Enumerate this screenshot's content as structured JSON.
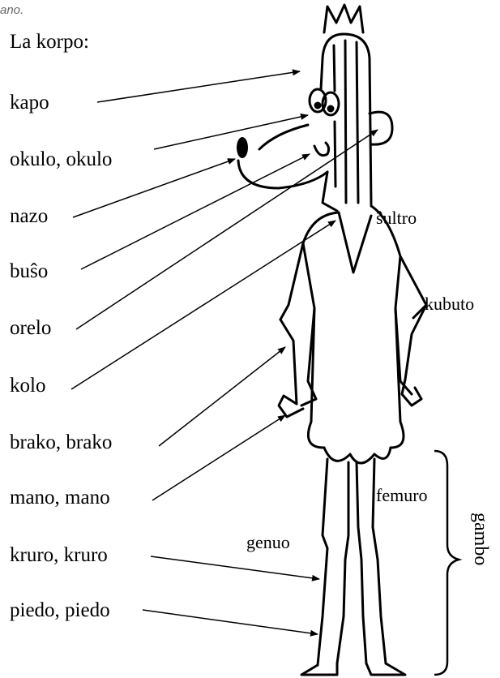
{
  "top_fragment": "ano.",
  "title": "La korpo:",
  "left_labels": [
    "kapo",
    "okulo, okulo",
    "nazo",
    "buŝo",
    "orelo",
    "kolo",
    "brako, brako",
    "mano, mano",
    "kruro, kruro",
    "piedo, piedo"
  ],
  "side_labels": {
    "shoulder": "ŝultro",
    "elbow": "kubuto",
    "thigh": "femuro",
    "knee": "genuo",
    "leg": "gambo"
  }
}
